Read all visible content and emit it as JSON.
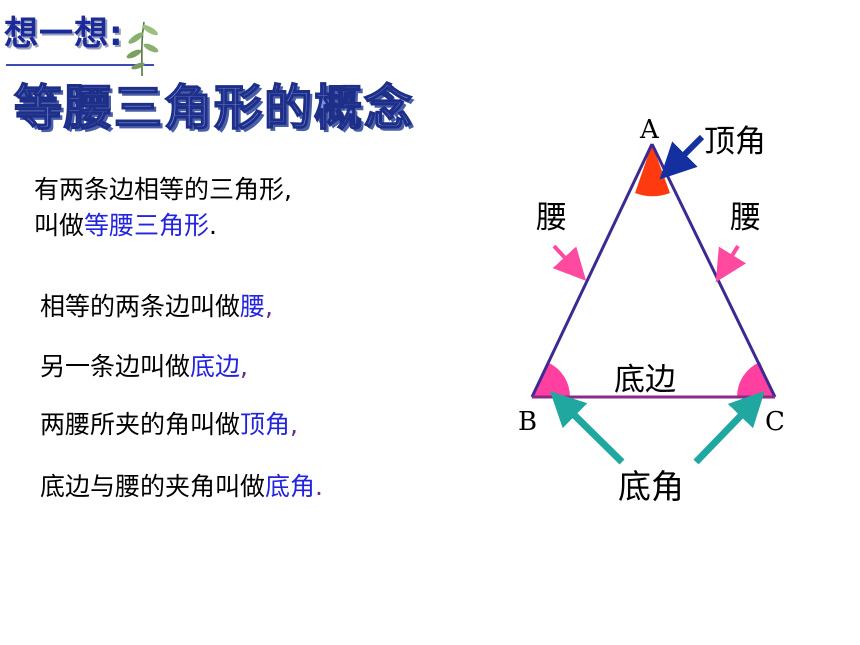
{
  "heading": {
    "think": "想一想:",
    "topic": "等腰三角形的概念"
  },
  "definition": {
    "line1": "有两条边相等的三角形,",
    "line2_prefix": "叫做",
    "line2_term": "等腰三角形",
    "line2_suffix": "."
  },
  "rules": [
    {
      "prefix": "相等的两条边叫做",
      "term": "腰",
      "suffix": ","
    },
    {
      "prefix": "另一条边叫做",
      "term": "底边",
      "suffix": ","
    },
    {
      "prefix": "两腰所夹的角叫做",
      "term": "顶角",
      "suffix": ","
    },
    {
      "prefix": "底边与腰的夹角叫做",
      "term": "底角",
      "suffix": "."
    }
  ],
  "diagram": {
    "vertex_a": "A",
    "vertex_b": "B",
    "vertex_c": "C",
    "apex_angle_label": "顶角",
    "leg_left_label": "腰",
    "leg_right_label": "腰",
    "base_label": "底边",
    "base_angle_label": "底角",
    "colors": {
      "legs": "#3c2a92",
      "base": "#8a2a8a",
      "apex_fill": "#ff3a10",
      "base_angle_fill": "#ff40a0",
      "apex_arrow": "#1430a0",
      "leg_arrow": "#ff4aa0",
      "base_arrow": "#20a8a0"
    },
    "icons": [
      "plant-icon"
    ]
  }
}
